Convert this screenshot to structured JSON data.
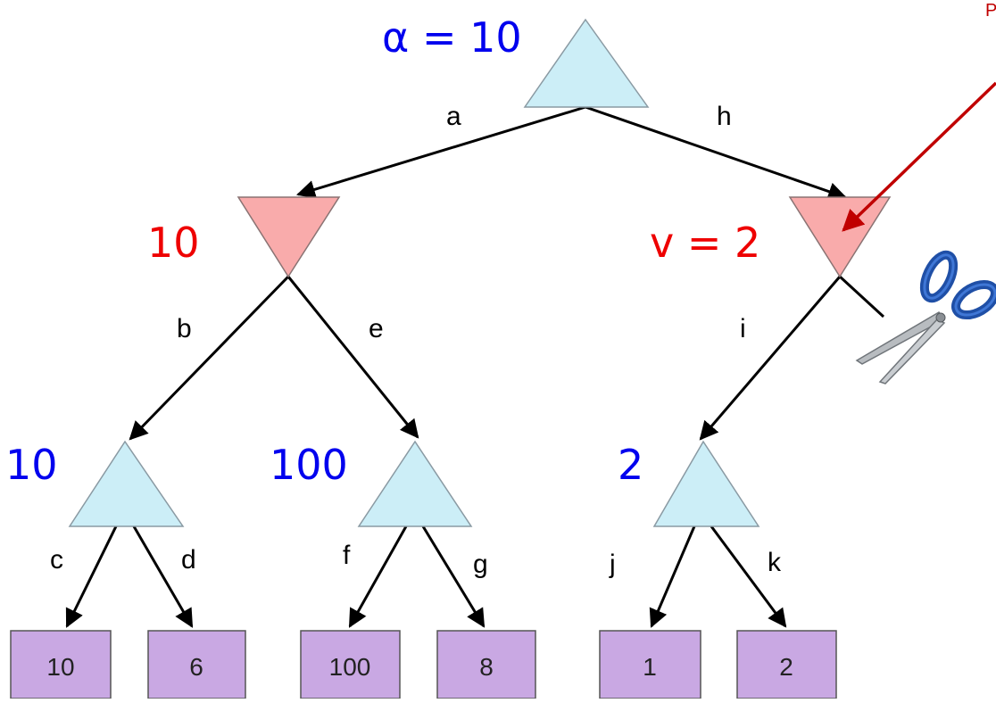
{
  "root": {
    "label": "α = 10"
  },
  "min_nodes": {
    "left": {
      "label": "10"
    },
    "right": {
      "label": "v = 2"
    }
  },
  "max_nodes": {
    "left": {
      "label": "10"
    },
    "middle": {
      "label": "100"
    },
    "right": {
      "label": "2"
    }
  },
  "edges": {
    "a": "a",
    "h": "h",
    "b": "b",
    "e": "e",
    "i": "i",
    "c": "c",
    "d": "d",
    "f": "f",
    "g": "g",
    "j": "j",
    "k": "k"
  },
  "leaves": [
    "10",
    "6",
    "100",
    "8",
    "1",
    "2"
  ],
  "note": {
    "text": "P"
  },
  "icons": {
    "prune": "scissors-icon",
    "pointer": "arrow"
  },
  "colors": {
    "max_fill": "#cceef7",
    "min_fill": "#f9abab",
    "leaf_fill": "#c9a8e3",
    "max_value": "#0000ee",
    "min_value": "#ee0000",
    "pointer_arrow": "#c00000"
  }
}
